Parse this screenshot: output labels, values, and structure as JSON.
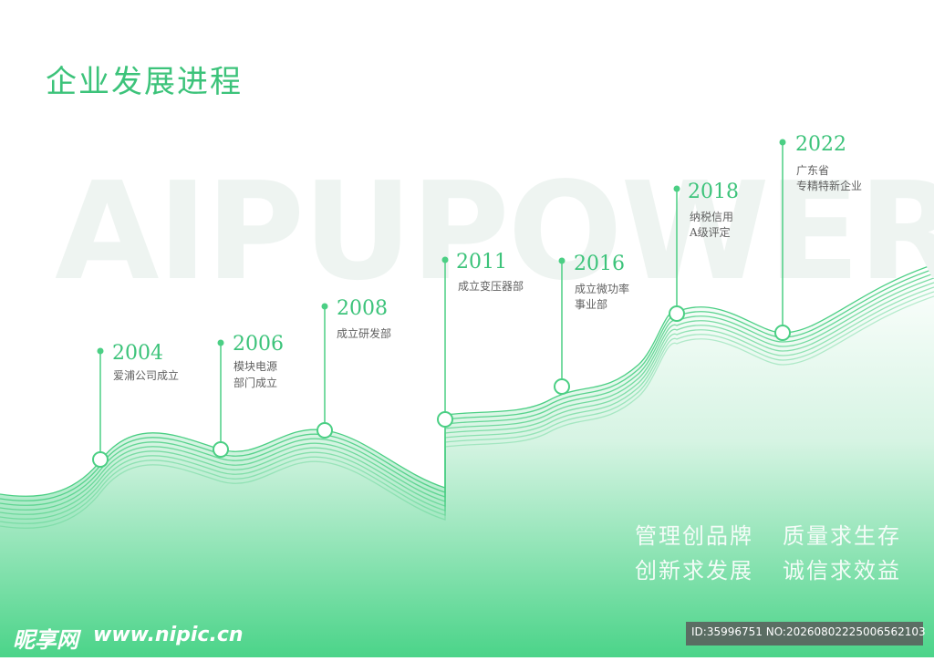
{
  "title": "企业发展进程",
  "watermark": "AIPUPOWER",
  "colors": {
    "accent": "#3cc37a",
    "wave": "#4bcf84",
    "gradient_end": "#4bd489"
  },
  "milestones": [
    {
      "year": "2004",
      "lines": [
        "爱浦公司成立"
      ]
    },
    {
      "year": "2006",
      "lines": [
        "模块电源",
        "部门成立"
      ]
    },
    {
      "year": "2008",
      "lines": [
        "成立研发部"
      ]
    },
    {
      "year": "2011",
      "lines": [
        "成立变压器部"
      ]
    },
    {
      "year": "2016",
      "lines": [
        "成立微功率",
        "事业部"
      ]
    },
    {
      "year": "2018",
      "lines": [
        "纳税信用",
        "A级评定"
      ]
    },
    {
      "year": "2022",
      "lines": [
        "广东省",
        "专精特新企业"
      ]
    }
  ],
  "slogans": {
    "line1_left": "管理创品牌",
    "line1_right": "质量求生存",
    "line2_left": "创新求发展",
    "line2_right": "诚信求效益"
  },
  "footer": {
    "logo": "昵享网",
    "url": "www.nipic.cn",
    "id_text": "ID:35996751 NO:20260802225006562103"
  }
}
